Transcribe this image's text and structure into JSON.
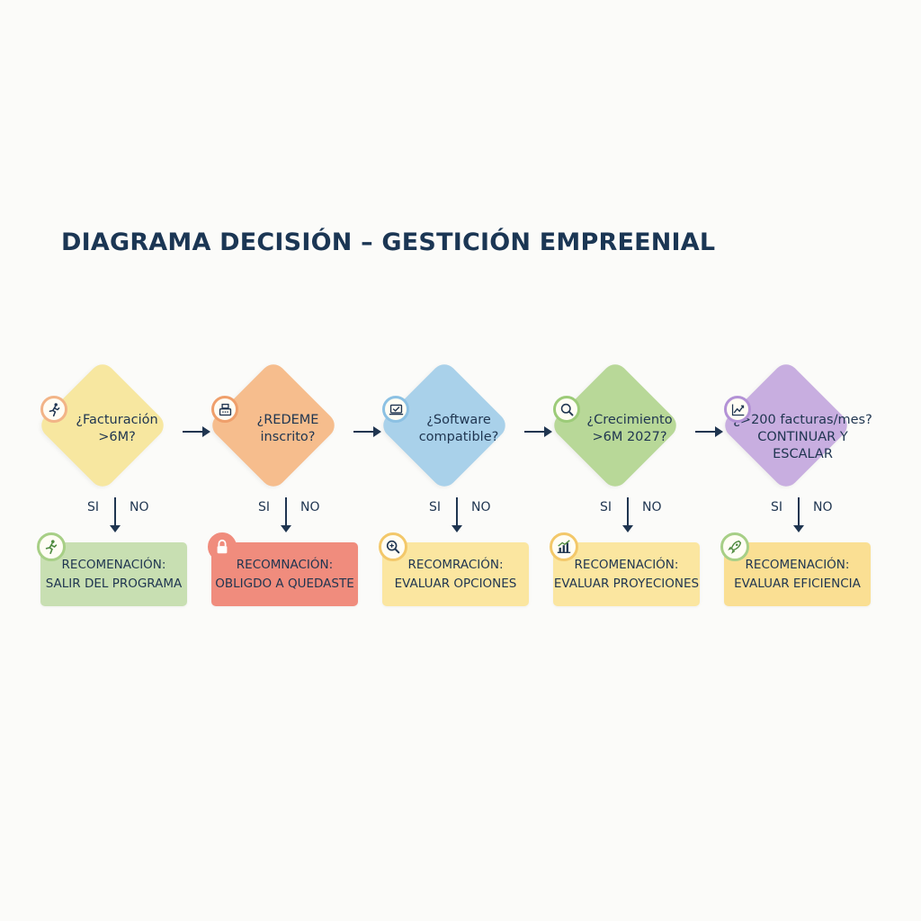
{
  "title": "DIAGRAMA DECISIÓN – GESTICIÓN EMPREENIAL",
  "branch_yes": "SI",
  "branch_no": "NO",
  "colors": {
    "text": "#1f3550",
    "yellow": "#f7e7a0",
    "orange": "#f6bd8d",
    "blue": "#a9d1ea",
    "green": "#b8d898",
    "purple": "#c8aee0",
    "rec_green": "#c8dfb2",
    "rec_red": "#f08c7d",
    "rec_yellow": "#fbe6a0",
    "rec_amber": "#fadf93"
  },
  "steps": [
    {
      "question": [
        "¿Facturación",
        ">6M?"
      ],
      "icon": "running-person-icon",
      "recommendation": [
        "RECOMENACIÓN:",
        "SALIR DEL PROGRAMA"
      ],
      "rec_icon": "running-person-icon"
    },
    {
      "question": [
        "¿REDEME",
        "inscrito?"
      ],
      "icon": "register-machine-icon",
      "recommendation": [
        "RECOMNACIÓN:",
        "OBLIGDO A QUEDASTE"
      ],
      "rec_icon": "lock-icon"
    },
    {
      "question": [
        "¿Software",
        "compatible?"
      ],
      "icon": "laptop-check-icon",
      "recommendation": [
        "RECOMRACIÓN:",
        "EVALUAR OPCIONES"
      ],
      "rec_icon": "magnifier-icon"
    },
    {
      "question": [
        "¿Crecimiento",
        ">6M 2027?"
      ],
      "icon": "magnifier-icon",
      "recommendation": [
        "RECOMENACIÓN:",
        "EVALUAR PROYECIONES"
      ],
      "rec_icon": "bar-chart-icon"
    },
    {
      "question": [
        "¿>200 facturas/mes?",
        "CONTINUAR Y ESCALAR"
      ],
      "icon": "growth-chart-icon",
      "recommendation": [
        "RECOMENACIÓN:",
        "EVALUAR EFICIENCIA"
      ],
      "rec_icon": "rocket-icon"
    }
  ]
}
